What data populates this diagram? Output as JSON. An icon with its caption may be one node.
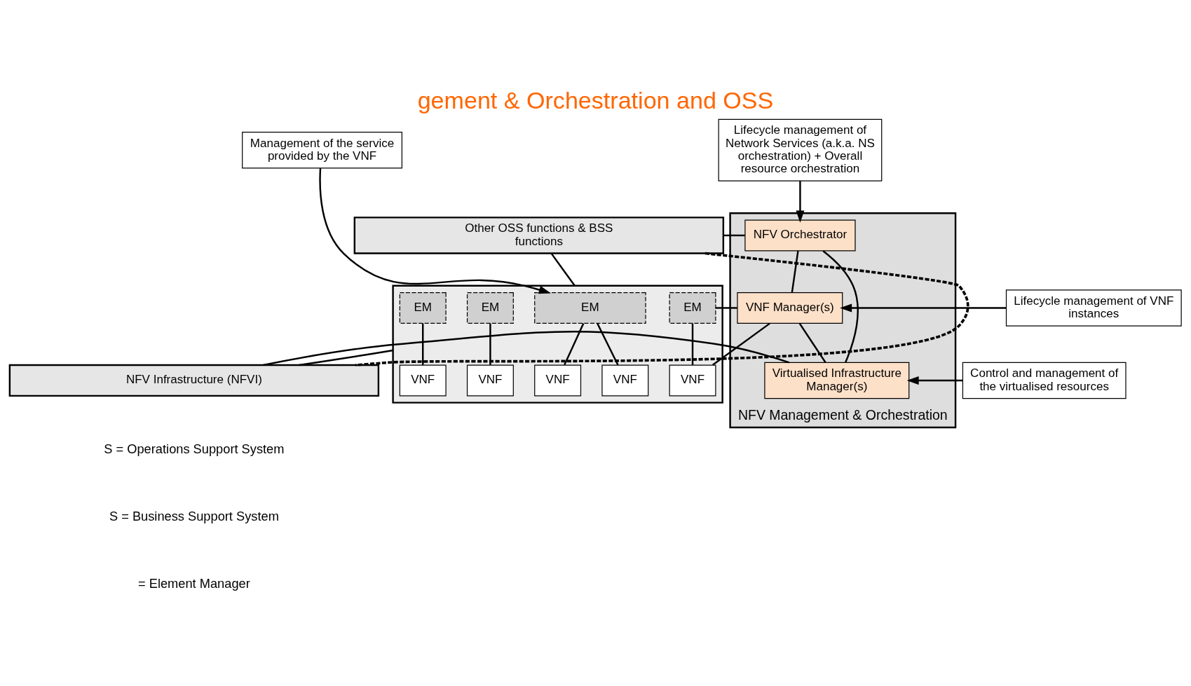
{
  "diagram": {
    "title": "gement & Orchestration and OSS",
    "nodes": [
      {
        "text": [
          "Management of the service provided by the VNF"
        ]
      },
      {
        "text": [
          "Other OSS functions & BSS functions"
        ]
      },
      {
        "text": [],
        "shape": "box"
      },
      {
        "text": [
          "EM"
        ],
        "in": 2
      },
      {
        "text": [
          "EM"
        ],
        "in": 2
      },
      {
        "text": [
          "EM"
        ],
        "in": 2
      },
      {
        "text": [
          "EM"
        ],
        "in": 2
      },
      {
        "text": [
          "VNF"
        ],
        "in": 2
      },
      {
        "text": [
          "VNF"
        ],
        "in": 2
      },
      {
        "text": [
          "VNF"
        ],
        "in": 2
      },
      {
        "text": [
          "VNF"
        ],
        "in": 2
      },
      {
        "text": [
          "VNF"
        ],
        "in": 2
      },
      {
        "text": [
          "NFV Infrastructure (NFVI)"
        ]
      },
      {
        "text": [
          "NFV Management & Orchestration"
        ]
      },
      {
        "text": [
          "NFV Orchestrator"
        ],
        "in": 13
      },
      {
        "text": [
          "VNF Manager(s)"
        ],
        "in": 13
      },
      {
        "text": [
          "Virtualised Infrastructure Manager(s)"
        ],
        "in": 13
      },
      {
        "text": [
          "Lifecycle management of Network Services (a.k.a. NS orchestration) + Overall resource orchestration"
        ]
      },
      {
        "text": [
          "Lifecycle management of VNF instances"
        ]
      },
      {
        "text": [
          "Control and management of the virtualised resources"
        ]
      }
    ],
    "edges": [
      {
        "from": 0,
        "to": 3,
        "arrow": "to"
      },
      {
        "from": 1,
        "to": 14,
        "arrow": "none"
      },
      {
        "from": 1,
        "to": 2,
        "arrow": "none"
      },
      {
        "from": 2,
        "to": 12,
        "arrow": "none"
      },
      {
        "from": 3,
        "to": 7,
        "arrow": "none"
      },
      {
        "from": 3,
        "to": 8,
        "arrow": "none"
      },
      {
        "from": 4,
        "to": 9,
        "arrow": "none"
      },
      {
        "from": 5,
        "to": 10,
        "arrow": "none"
      },
      {
        "from": 6,
        "to": 11,
        "arrow": "none"
      },
      {
        "from": 6,
        "to": 15,
        "arrow": "none"
      },
      {
        "from": 11,
        "to": 15,
        "arrow": "none"
      },
      {
        "from": 14,
        "to": 15,
        "arrow": "none"
      },
      {
        "from": 15,
        "to": 16,
        "arrow": "none"
      },
      {
        "from": 14,
        "to": 16,
        "arrow": "none"
      },
      {
        "from": 12,
        "to": 16,
        "arrow": "none"
      },
      {
        "from": 1,
        "to": 12,
        "arrow": "none",
        "style": "dashed"
      },
      {
        "from": 17,
        "to": 14,
        "arrow": "to"
      },
      {
        "from": 18,
        "to": 15,
        "arrow": "to"
      },
      {
        "from": 19,
        "to": 16,
        "arrow": "to"
      }
    ],
    "labels": [
      "S = Operations Support System",
      "S = Business Support System",
      "= Element Manager"
    ]
  }
}
